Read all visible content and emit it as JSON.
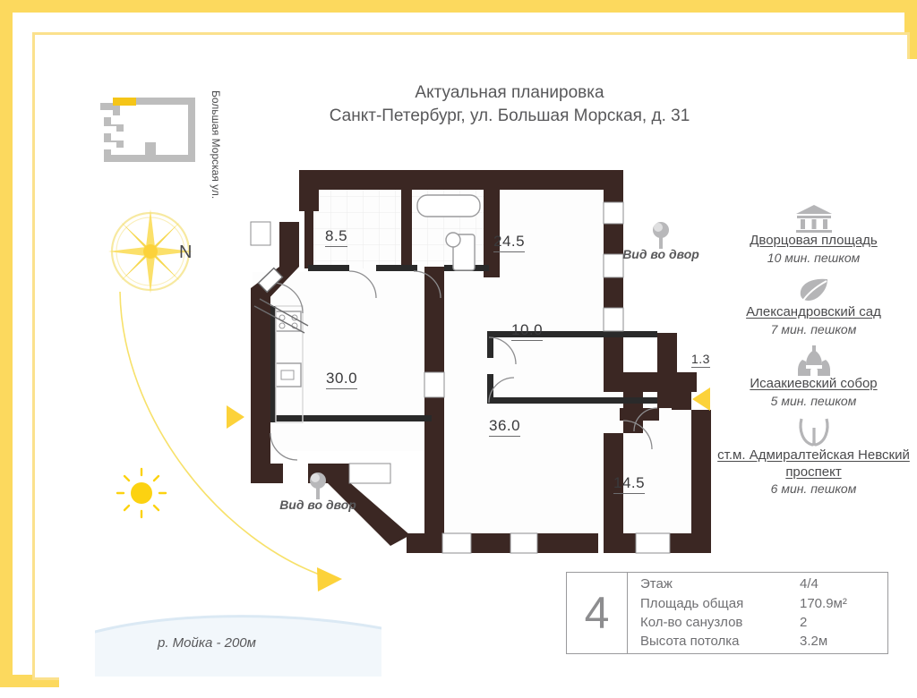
{
  "title": {
    "line1": "Актуальная планировка",
    "line2": "Санкт-Петербург, ул. Большая Морская, д. 31"
  },
  "street_label": "Большая Морская ул.",
  "compass": {
    "north_label": "N"
  },
  "river": {
    "label": "р. Мойка - 200м"
  },
  "yard_views": [
    {
      "label": "Вид во двор"
    },
    {
      "label": "Вид во двор"
    }
  ],
  "rooms": [
    {
      "area": "8.5"
    },
    {
      "area": "24.5"
    },
    {
      "area": "10.0"
    },
    {
      "area": "1.3"
    },
    {
      "area": "30.0"
    },
    {
      "area": "36.0"
    },
    {
      "area": "14.5"
    }
  ],
  "poi": [
    {
      "icon": "classical-building-icon",
      "name": "Дворцовая площадь",
      "time": "10 мин. пешком"
    },
    {
      "icon": "leaf-icon",
      "name": "Александровский сад",
      "time": "7 мин. пешком"
    },
    {
      "icon": "cathedral-icon",
      "name": "Исаакиевский собор",
      "time": "5 мин. пешком"
    },
    {
      "icon": "metro-icon",
      "name": "ст.м. Адмиралтейская Невский проспект",
      "time": "6 мин. пешком"
    }
  ],
  "info": {
    "floor_badge": "4",
    "rows": [
      {
        "label": "Этаж",
        "value": "4/4"
      },
      {
        "label": "Площадь общая",
        "value": "170.9м²"
      },
      {
        "label": "Кол-во санузлов",
        "value": "2"
      },
      {
        "label": "Высота потолка",
        "value": "3.2м"
      }
    ]
  },
  "colors": {
    "frame": "#fcd95e",
    "wall": "#3b2723",
    "accent_yellow": "#fcd23a",
    "text": "#58585a"
  }
}
